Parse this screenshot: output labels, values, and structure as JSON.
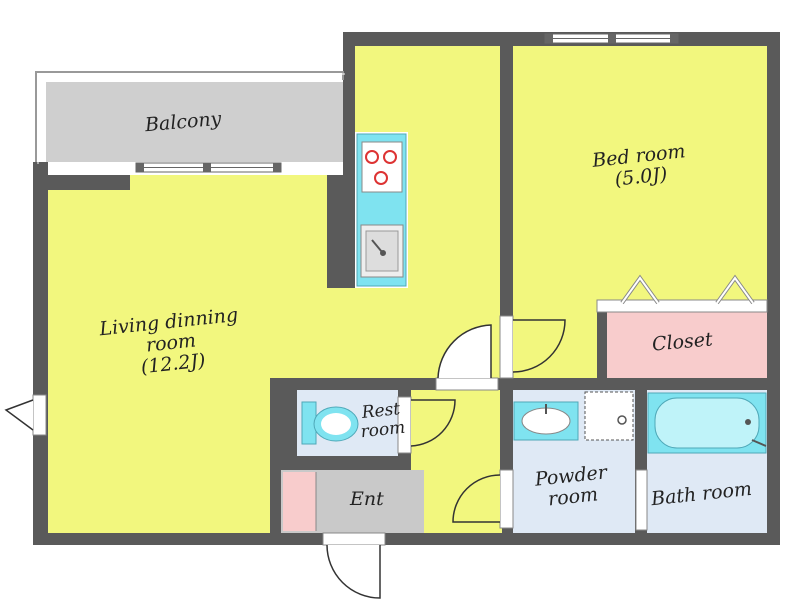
{
  "rooms": {
    "balcony": "Balcony",
    "bedroom": {
      "name": "Bed room",
      "size": "(5.0J)"
    },
    "living": {
      "name_line1": "Living dinning",
      "name_line2": "room",
      "size": "(12.2J)"
    },
    "closet": "Closet",
    "restroom": {
      "line1": "Rest",
      "line2": "room"
    },
    "entrance": "Ent",
    "powder": {
      "line1": "Powder",
      "line2": "room"
    },
    "bath": "Bath room"
  },
  "colors": {
    "floor": "#f2f77e",
    "wall": "#5a5a5a",
    "balcony": "#cfcfcf",
    "closet": "#f8cccc",
    "wet_area": "#dfe9f5",
    "entrance": "#c9c9c9",
    "fixture": "#7fe3f0"
  }
}
